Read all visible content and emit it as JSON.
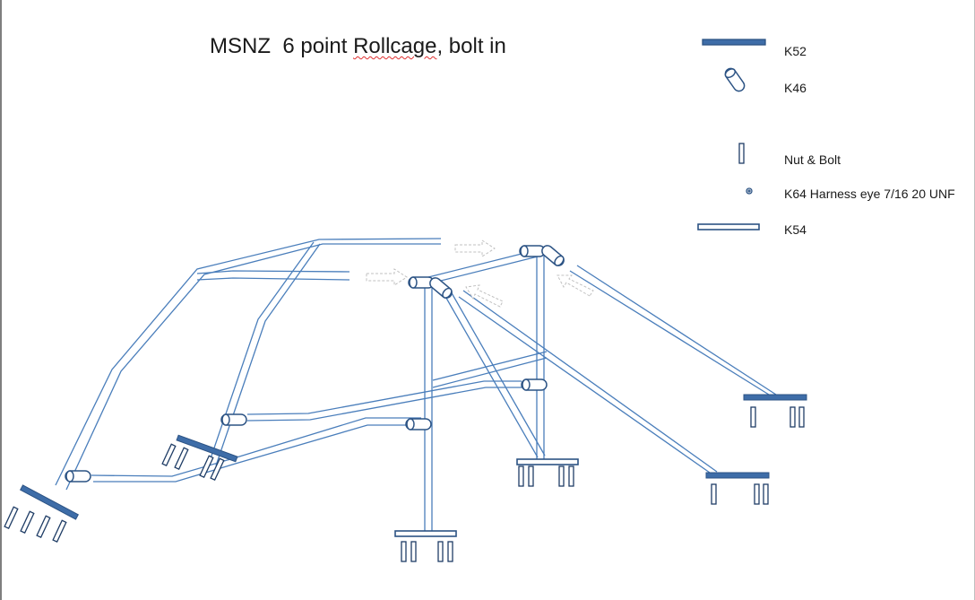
{
  "title": {
    "prefix": "MSNZ  6 point ",
    "misspelled_word": "Rollcage",
    "suffix": ", bolt in"
  },
  "legend": {
    "k52": "K52",
    "k46": "K46",
    "nut_bolt": "Nut & Bolt",
    "k64": "K64 Harness eye 7/16 20 UNF",
    "k54": "K54"
  },
  "colors": {
    "tube": "#4a7ebb",
    "plate_fill": "#3e6da8",
    "plate_stroke": "#2c5384",
    "arrow": "#c8c8c8",
    "spellcheck": "#e03030"
  }
}
